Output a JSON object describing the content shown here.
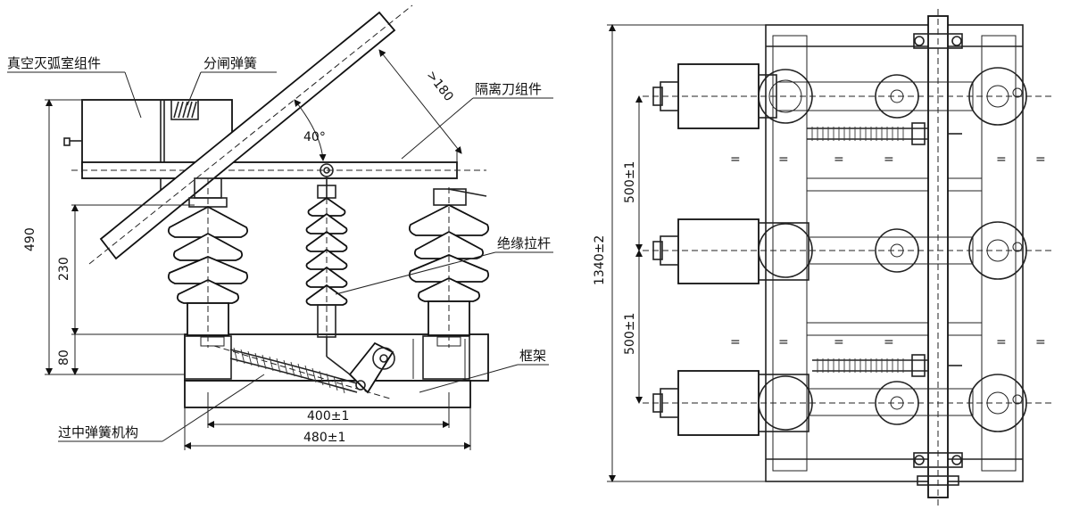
{
  "side_view": {
    "labels": {
      "vacuum_chamber": "真空灭弧室组件",
      "opening_spring": "分闸弹簧",
      "disconnect_blade": "隔离刀组件",
      "insulating_rod": "绝缘拉杆",
      "frame": "框架",
      "overcenter_spring": "过中弹簧机构"
    },
    "dimensions": {
      "angle": "40°",
      "clearance": ">180",
      "total_height": "490",
      "insulator_height": "230",
      "base_height": "80",
      "inner_span": "400±1",
      "outer_span": "480±1"
    }
  },
  "top_view": {
    "dimensions": {
      "total_length": "1340±2",
      "pitch_upper": "500±1",
      "pitch_lower": "500±1"
    },
    "marks": {
      "equal_sign": "="
    }
  }
}
